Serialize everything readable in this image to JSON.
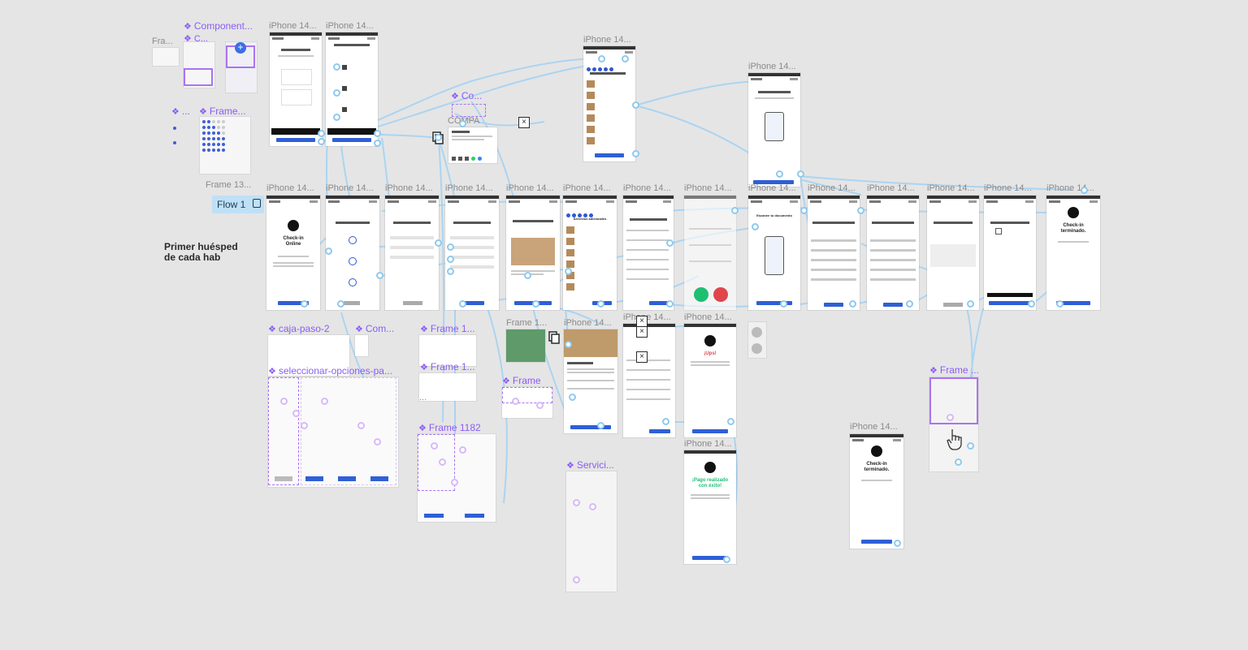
{
  "canvas": {
    "annotation": [
      "Primer huésped",
      "de cada hab"
    ],
    "flow_label": "Flow 1"
  },
  "frame_labels": [
    "iPhone 14...",
    "iPhone 14...",
    "iPhone 14...",
    "iPhone 14...",
    "iPhone 14...",
    "iPhone 14...",
    "iPhone 14...",
    "iPhone 14...",
    "iPhone 14...",
    "iPhone 14...",
    "iPhone 14...",
    "iPhone 14...",
    "iPhone 14...",
    "iPhone 14...",
    "iPhone 14...",
    "iPhone 14...",
    "iPhone 14...",
    "iPhone 14...",
    "iPhone 14...",
    "iPhone 14...",
    "iPhone 14...",
    "iPhone 14...",
    "iPhone 14..."
  ],
  "plain_labels": {
    "fra": "Fra...",
    "frame13": "Frame 13...",
    "frame1_top": "Frame 1...",
    "compa": "COMPA"
  },
  "component_labels": {
    "component": "Component...",
    "c": "C...",
    "frame_mid": "Frame...",
    "co": "Co...",
    "caja": "caja-paso-2",
    "com": "Com...",
    "frame1a": "Frame 1...",
    "frame1b": "Frame 1...",
    "frame_small": "Frame",
    "seleccionar": "seleccionar-opciones-pa...",
    "frame1182": "Frame 1182",
    "servici": "Servici...",
    "frame_right": "Frame ...",
    "dots_small": "..."
  },
  "screen_texts": {
    "checkin_online": [
      "Check-in",
      "Online"
    ],
    "checkin_done": [
      "Check-in",
      "terminado."
    ],
    "oops": "¡Ups!",
    "pago": [
      "¡Pago realizado",
      "con éxito!"
    ],
    "servicios": "Servicios adicionales",
    "escanee": "Escanee tu documento"
  },
  "colors": {
    "canvas_bg": "#e5e5e5",
    "connector": "#a8d4f2",
    "component_purple": "#8b5cf6",
    "primary_button": "#2f5fd6",
    "flow_badge": "#bfe0f6",
    "success_green": "#1fbf72",
    "error_red": "#e0454a"
  },
  "icons": {
    "flow_play": "play-frame-icon",
    "component": "component-diamond-icon",
    "close": "close-x-icon",
    "copy": "copy-icon",
    "add": "plus-circle-icon",
    "hand": "hand-cursor-icon"
  }
}
